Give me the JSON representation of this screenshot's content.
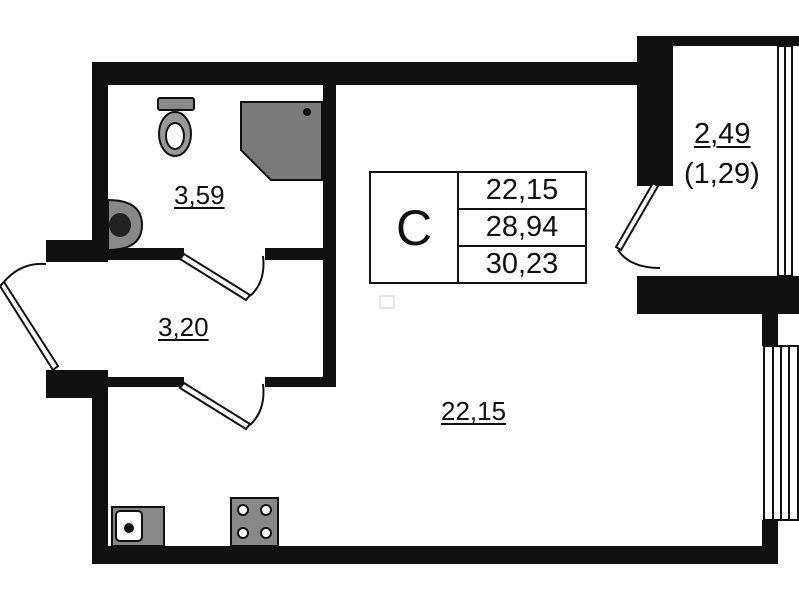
{
  "rooms": {
    "bathroom_area": "3,59",
    "hall_area": "3,20",
    "living_area": "22,15",
    "balcony_area": "2,49",
    "balcony_reduced_area": "(1,29)"
  },
  "summary": {
    "apartment_type": "C",
    "living_area": "22,15",
    "total_area": "28,94",
    "total_with_balcony": "30,23"
  },
  "colors": {
    "wall": "#111111",
    "shower": "#7a7a7a",
    "background": "#ffffff"
  },
  "icons": [
    "toilet-icon",
    "shower-tray-icon",
    "sink-icon",
    "kitchen-sink-icon",
    "stove-icon",
    "window-icon",
    "door-swing-icon"
  ]
}
